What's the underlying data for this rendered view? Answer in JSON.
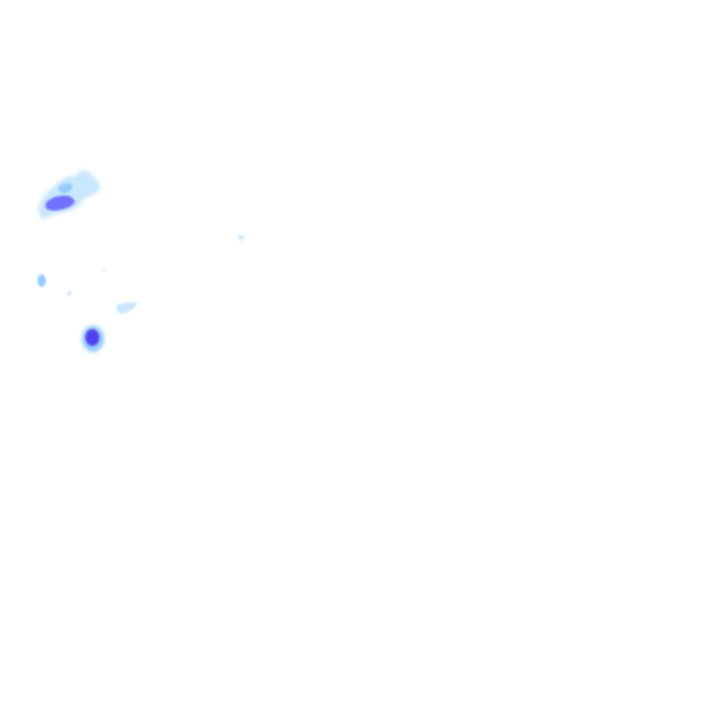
{
  "overlay": {
    "kind": "precipitation radar overlay",
    "background_color": "#ffffff",
    "intensity_colors": {
      "light": "#bfe3ff",
      "moderate": "#8ec8ff",
      "heavy": "#6a6cff",
      "intense": "#4b3df0"
    },
    "cells": [
      {
        "name": "northwest-cluster-outer",
        "intensity": "light"
      },
      {
        "name": "northwest-cluster-core",
        "intensity": "heavy"
      },
      {
        "name": "northeast-fleck",
        "intensity": "light"
      },
      {
        "name": "small-cell-a",
        "intensity": "moderate"
      },
      {
        "name": "small-cell-b",
        "intensity": "light"
      },
      {
        "name": "small-cell-c",
        "intensity": "light"
      },
      {
        "name": "elongated-cell",
        "intensity": "light"
      },
      {
        "name": "south-cell-outer",
        "intensity": "moderate"
      },
      {
        "name": "south-cell-core",
        "intensity": "intense"
      }
    ]
  }
}
